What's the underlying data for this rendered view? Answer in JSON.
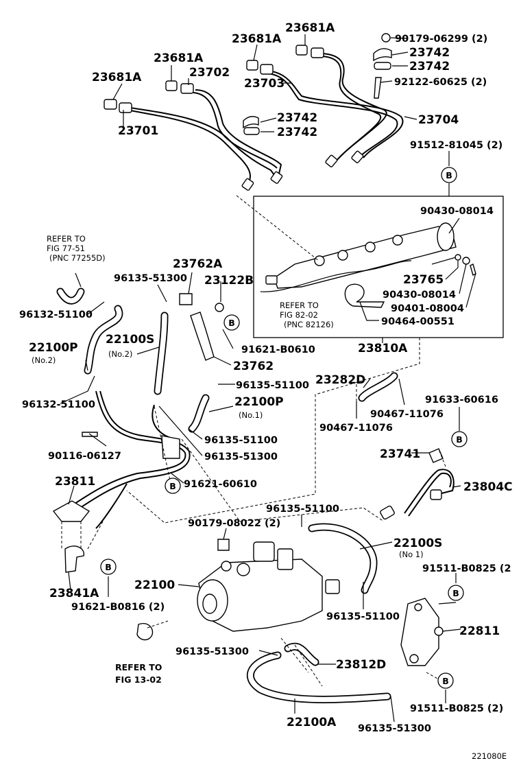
{
  "labels": {
    "p23681a_1": "23681A",
    "p23681a_2": "23681A",
    "p23681a_3": "23681A",
    "p23681a_4": "23681A",
    "p90179_06299": "90179-06299 (2)",
    "p23742_1": "23742",
    "p23742_2": "23742",
    "p23742_3": "23742",
    "p23742_4": "23742",
    "p92122": "92122-60625 (2)",
    "p23702": "23702",
    "p23703": "23703",
    "p23701": "23701",
    "p23704": "23704",
    "p91512": "91512-81045 (2)",
    "p90430_1": "90430-08014",
    "p90430_2": "90430-08014",
    "p90401": "90401-08004",
    "p90464": "90464-00551",
    "p23765": "23765",
    "p23810a": "23810A",
    "refer_77_1": "REFER TO",
    "refer_77_2": "FIG 77-51",
    "refer_77_3": "(PNC 77255D)",
    "refer_82_1": "REFER TO",
    "refer_82_2": "FIG 82-02",
    "refer_82_3": "(PNC 82126)",
    "p23762a": "23762A",
    "p96135_51300_1": "96135-51300",
    "p23122b": "23122B",
    "p96132_1": "96132-51100",
    "p22100p_no2": "22100P",
    "no2_a": "(No.2)",
    "p22100s_no2": "22100S",
    "no2_b": "(No.2)",
    "p91621_b0610": "91621-B0610",
    "p23762": "23762",
    "p96135_51100_1": "96135-51100",
    "p23282d": "23282D",
    "p22100p_no1": "22100P",
    "no1_a": "(No.1)",
    "p96132_2": "96132-51100",
    "p90467_1": "90467-11076",
    "p90467_2": "90467-11076",
    "p91633": "91633-60616",
    "p90116": "90116-06127",
    "p96135_51100_2": "96135-51100",
    "p96135_51300_2": "96135-51300",
    "p23741": "23741",
    "p23811": "23811",
    "p91621_60610": "91621-60610",
    "p23804c": "23804C",
    "p96135_51100_3": "96135-51100",
    "p90179_08022": "90179-08022 (2)",
    "p22100s_no1": "22100S",
    "no1_b": "(No 1)",
    "p91511_1": "91511-B0825 (2",
    "p22100": "22100",
    "p23841a": "23841A",
    "p91621_b0816": "91621-B0816 (2)",
    "p96135_51100_4": "96135-51100",
    "p22811": "22811",
    "p96135_51300_3": "96135-51300",
    "p23812d": "23812D",
    "refer_13_1": "REFER TO",
    "refer_13_2": "FIG 13-02",
    "p91511_2": "91511-B0825 (2)",
    "p22100a": "22100A",
    "p96135_51300_4": "96135-51300",
    "diagram_code": "221080E"
  },
  "bolt_marker": "B"
}
